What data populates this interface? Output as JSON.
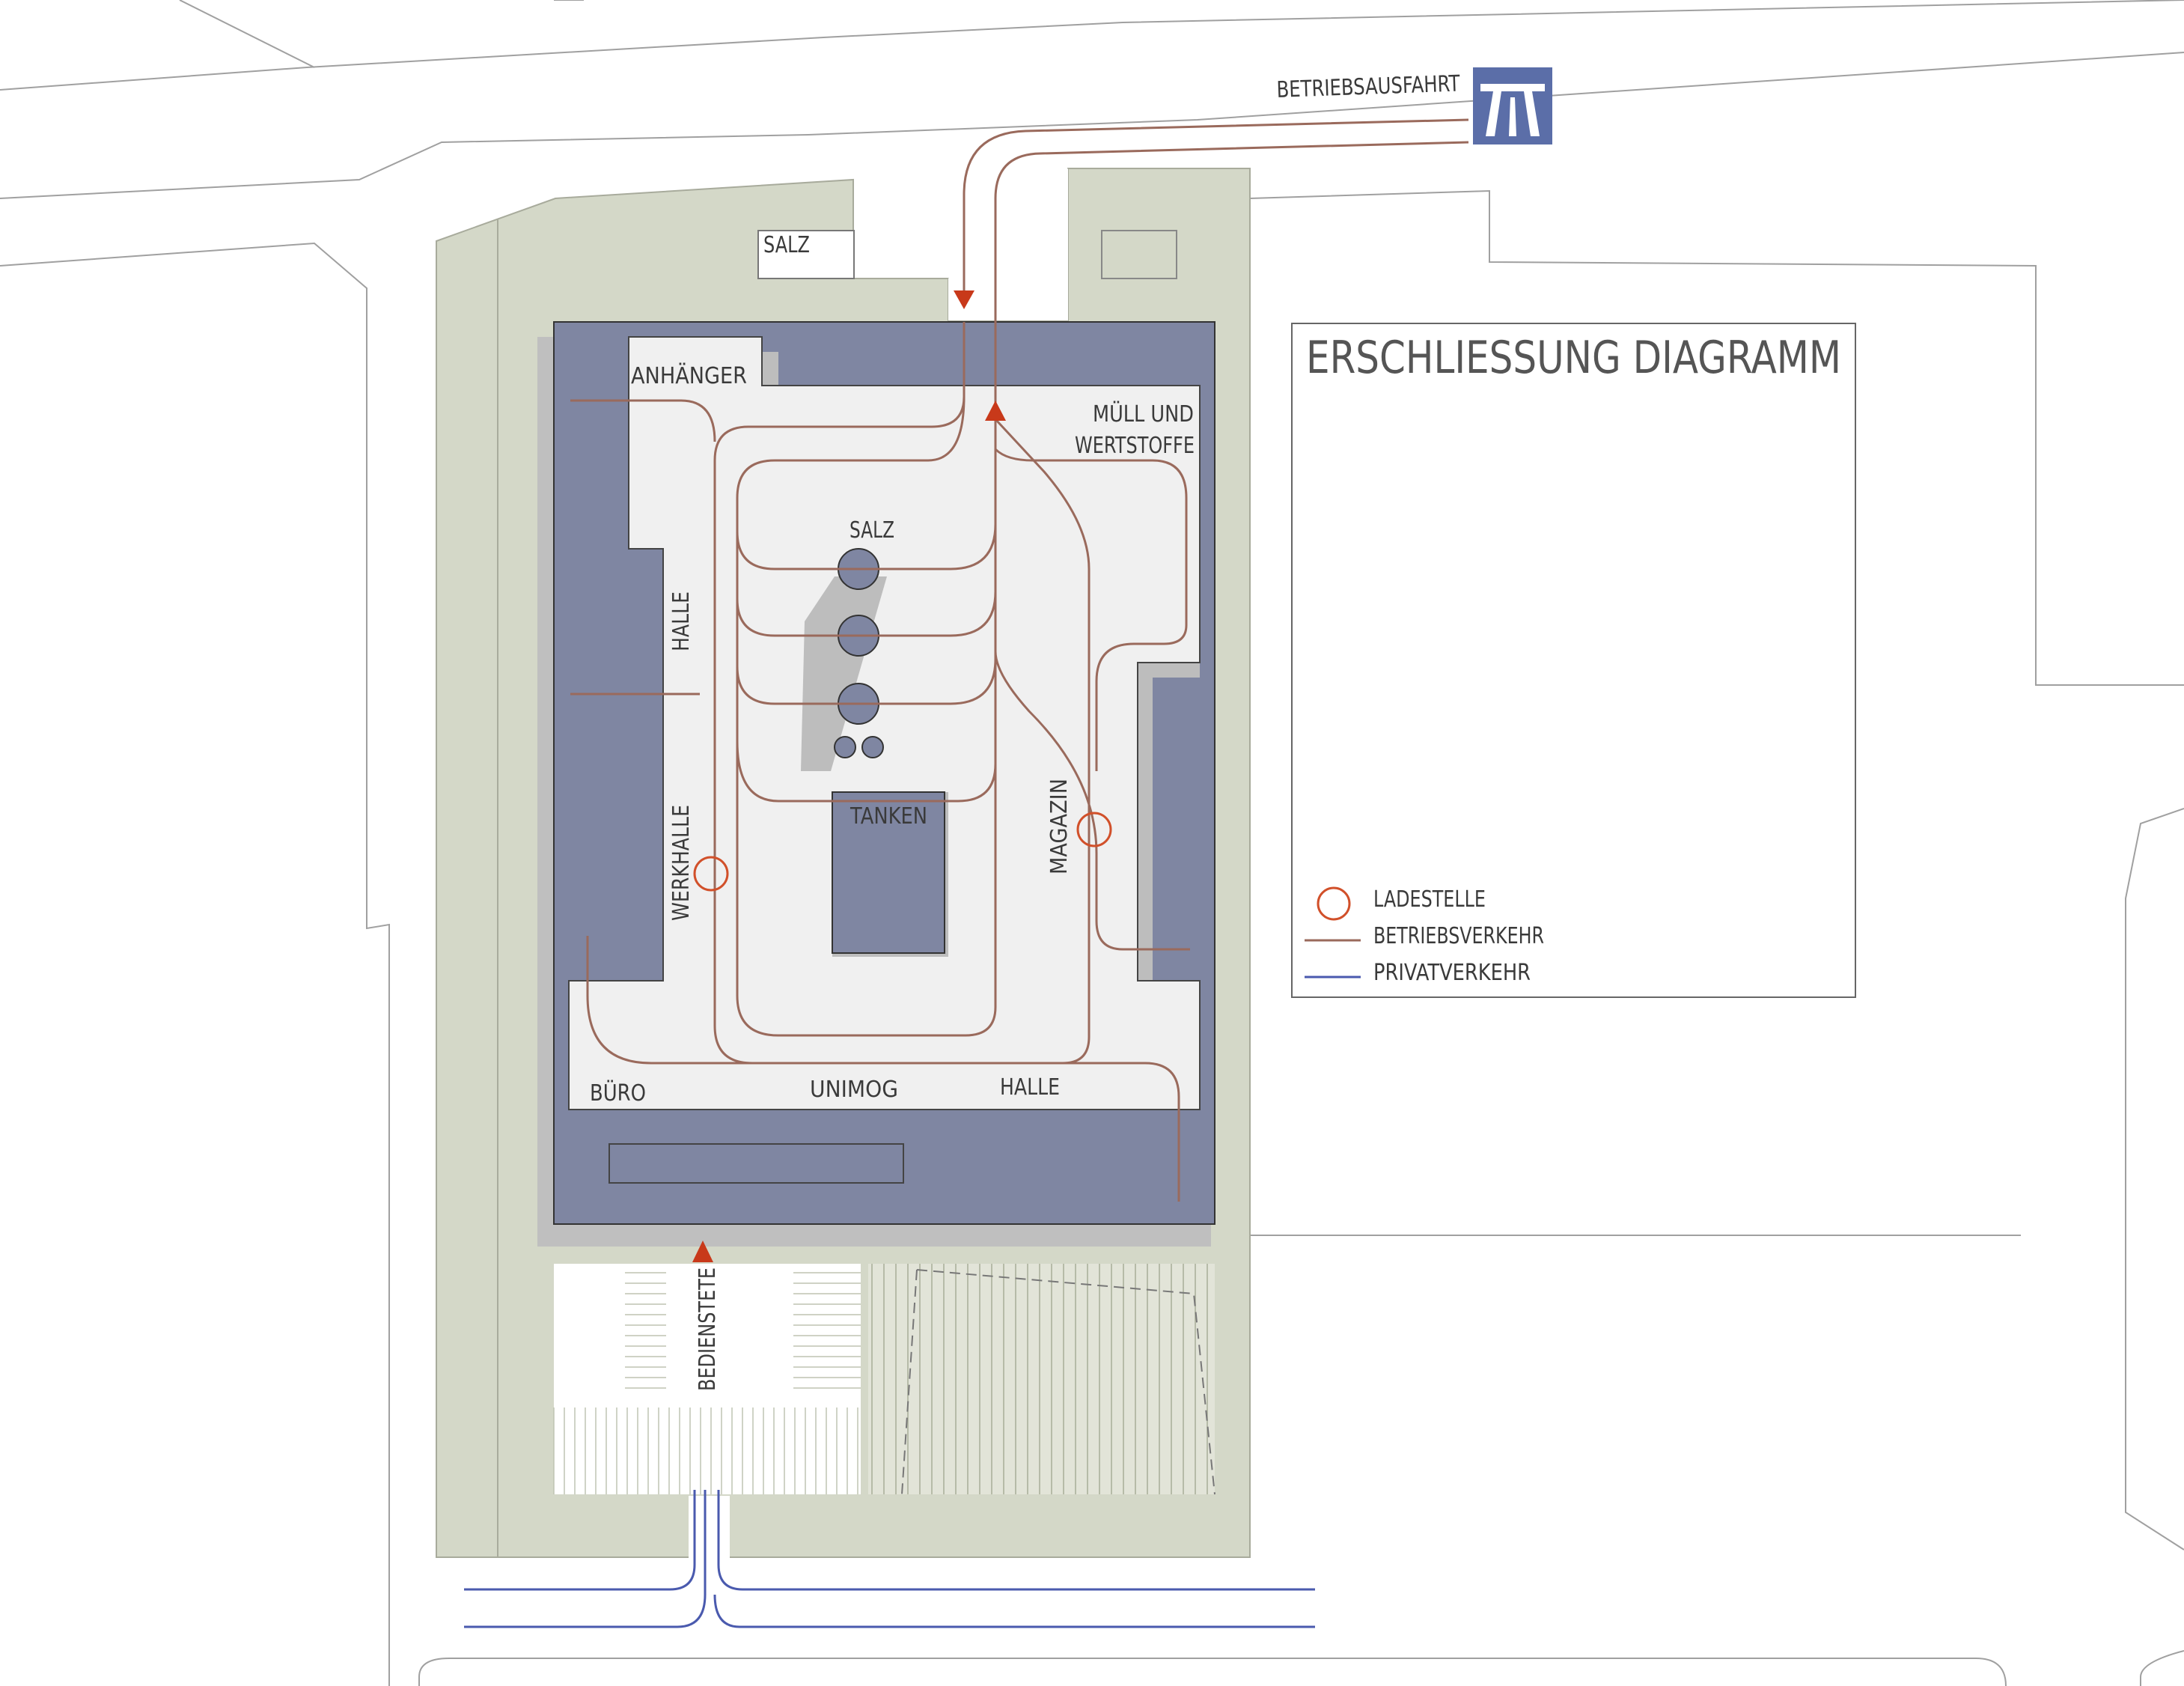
{
  "title": "ERSCHLIESSUNG DIAGRAMM",
  "colors": {
    "building": "#7f86a2",
    "yard": "#f0f0f0",
    "site_green": "#d4d8c8",
    "road_outline": "#9a9a9a",
    "betriebsverkehr": "#9a6a5c",
    "privatverkehr": "#4a5aae",
    "ladestelle": "#d1502a",
    "arrow": "#c8391a",
    "motorway_sign": "#5b6ea8"
  },
  "labels": {
    "betriebsausfahrt": "BETRIEBSAUSFAHRT",
    "salz_top": "SALZ",
    "anhaenger": "ANHÄNGER",
    "muell_line1": "MÜLL UND",
    "muell_line2": "WERTSTOFFE",
    "salz_silo": "SALZ",
    "halle_left": "HALLE",
    "werkhalle": "WERKHALLE",
    "magazin": "MAGAZIN",
    "tanken": "TANKEN",
    "buero": "BÜRO",
    "unimog": "UNIMOG",
    "halle_bottom": "HALLE",
    "bedienstete": "BEDIENSTETE"
  },
  "legend": {
    "items": [
      {
        "label": "LADESTELLE",
        "symbol": "ladestelle-circle"
      },
      {
        "label": "BETRIEBSVERKEHR",
        "symbol": "brown-line"
      },
      {
        "label": "PRIVATVERKEHR",
        "symbol": "blue-line"
      }
    ]
  },
  "icons": {
    "motorway": "motorway-icon",
    "entry_arrow": "triangle-up-icon",
    "exit_arrow": "triangle-down-icon"
  }
}
